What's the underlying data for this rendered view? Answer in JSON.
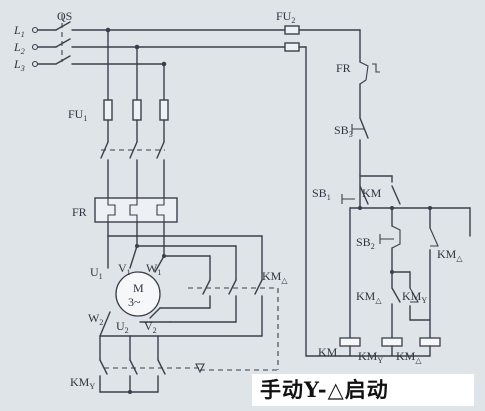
{
  "labels": {
    "L1": "L",
    "L1_sub": "1",
    "L2": "L",
    "L2_sub": "2",
    "L3": "L",
    "L3_sub": "3",
    "QS": "QS",
    "FU1": "FU",
    "FU1_sub": "1",
    "FU2": "FU",
    "FU2_sub": "2",
    "FR_main": "FR",
    "FR_ctrl": "FR",
    "SB3": "SB",
    "SB3_sub": "3",
    "SB1": "SB",
    "SB1_sub": "1",
    "KM_hold": "KM",
    "SB2": "SB",
    "SB2_sub": "2",
    "KMd_interlock": "KM",
    "KMd_interlock_sub": "△",
    "KMd_contact": "KM",
    "KMd_contact_sub": "△",
    "KMy_contact": "KM",
    "KMy_contact_sub": "Y",
    "KMd_main": "KM",
    "KMd_main_sub": "△",
    "KMy_main": "KM",
    "KMy_main_sub": "Y",
    "coil_KM": "KM",
    "coil_KMy": "KM",
    "coil_KMy_sub": "Y",
    "coil_KMd": "KM",
    "coil_KMd_sub": "△",
    "motor_M": "M",
    "motor_phase": "3~",
    "U1": "U",
    "U1_sub": "1",
    "V1": "V",
    "V1_sub": "1",
    "W1": "W",
    "W1_sub": "1",
    "W2": "W",
    "W2_sub": "2",
    "U2": "U",
    "U2_sub": "2",
    "V2": "V",
    "V2_sub": "2"
  },
  "caption": "手动Y-△启动"
}
